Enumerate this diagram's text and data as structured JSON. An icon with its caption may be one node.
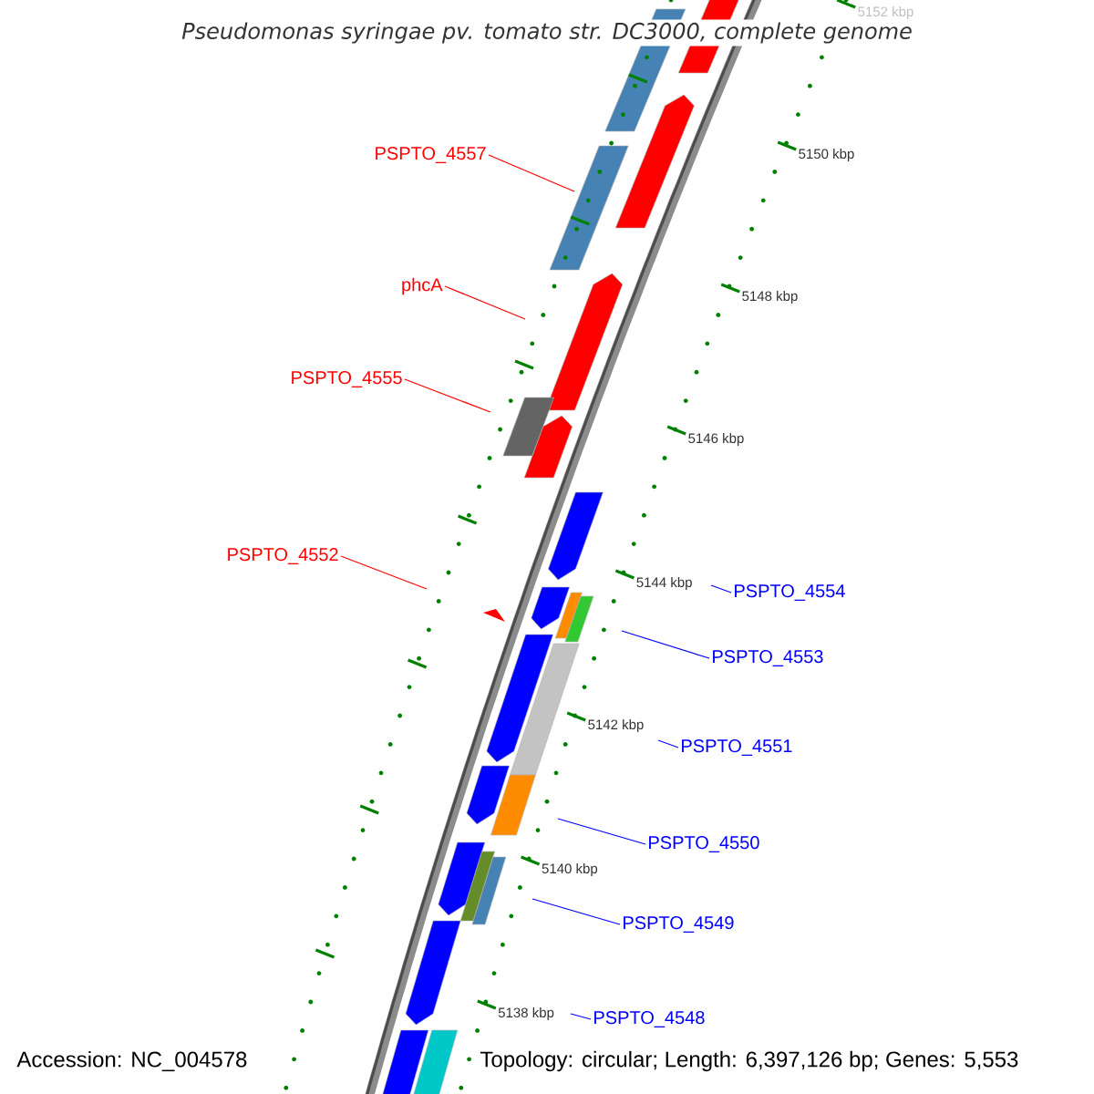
{
  "diagram": {
    "title": "Pseudomonas syringae pv. tomato str. DC3000, complete genome",
    "nodes": [
      {
        "text": [
          "PSPTO_4557"
        ]
      },
      {
        "text": [
          "phcA"
        ]
      },
      {
        "text": [
          "PSPTO_4555"
        ]
      },
      {
        "text": [
          "PSPTO_4552"
        ]
      },
      {
        "text": [
          "PSPTO_4554"
        ]
      },
      {
        "text": [
          "PSPTO_4553"
        ]
      },
      {
        "text": [
          "PSPTO_4551"
        ]
      },
      {
        "text": [
          "PSPTO_4550"
        ]
      },
      {
        "text": [
          "PSPTO_4549"
        ]
      },
      {
        "text": [
          "PSPTO_4548"
        ]
      }
    ],
    "edges": [
      {
        "from": 0,
        "to": null,
        "arrow": "none",
        "color": "#ff0000"
      },
      {
        "from": 1,
        "to": null,
        "arrow": "none",
        "color": "#ff0000"
      },
      {
        "from": 2,
        "to": null,
        "arrow": "none",
        "color": "#ff0000"
      },
      {
        "from": 3,
        "to": null,
        "arrow": "none",
        "color": "#ff0000"
      },
      {
        "from": 4,
        "to": null,
        "arrow": "none",
        "color": "#0000ff"
      },
      {
        "from": 5,
        "to": null,
        "arrow": "none",
        "color": "#0000ff"
      },
      {
        "from": 6,
        "to": null,
        "arrow": "none",
        "color": "#0000ff"
      },
      {
        "from": 7,
        "to": null,
        "arrow": "none",
        "color": "#0000ff"
      },
      {
        "from": 8,
        "to": null,
        "arrow": "none",
        "color": "#0000ff"
      },
      {
        "from": 9,
        "to": null,
        "arrow": "none",
        "color": "#0000ff"
      }
    ],
    "labels": [
      "5152 kbp",
      "5150 kbp",
      "5148 kbp",
      "5146 kbp",
      "5144 kbp",
      "5142 kbp",
      "5140 kbp",
      "5138 kbp",
      "Accession: NC_004578",
      "Topology: circular; Length: 6,397,126 bp; Genes: 5,553"
    ]
  }
}
